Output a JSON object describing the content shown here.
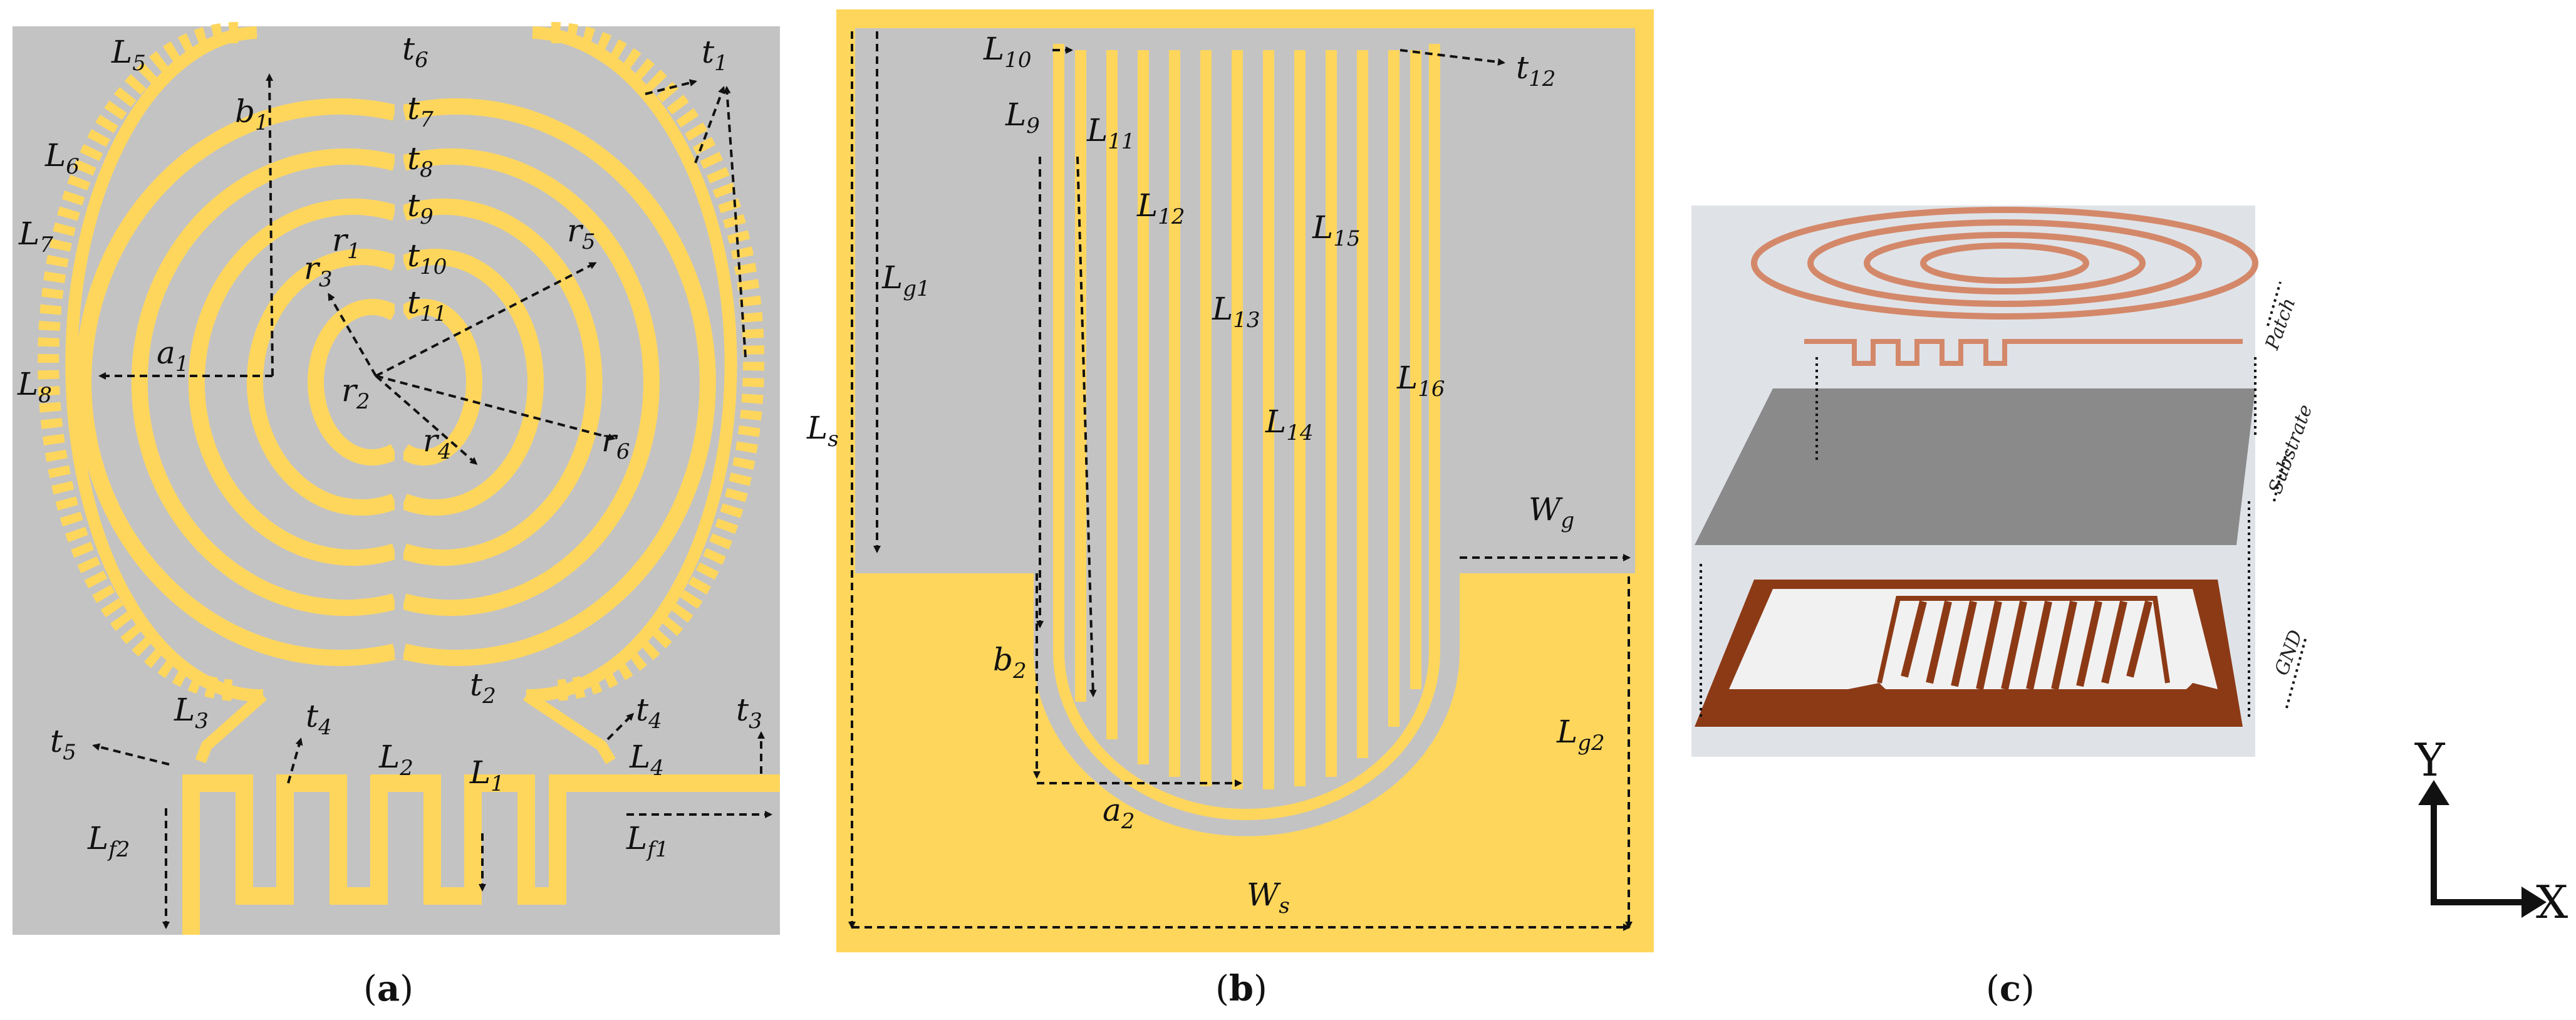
{
  "captions": {
    "a": "a",
    "b": "b",
    "c": "c"
  },
  "panel_a_labels": [
    {
      "id": "L5",
      "base": "L",
      "sub": "5"
    },
    {
      "id": "t6",
      "base": "t",
      "sub": "6"
    },
    {
      "id": "t1",
      "base": "t",
      "sub": "1"
    },
    {
      "id": "b1",
      "base": "b",
      "sub": "1"
    },
    {
      "id": "t7",
      "base": "t",
      "sub": "7"
    },
    {
      "id": "L6",
      "base": "L",
      "sub": "6"
    },
    {
      "id": "t8",
      "base": "t",
      "sub": "8"
    },
    {
      "id": "t9",
      "base": "t",
      "sub": "9"
    },
    {
      "id": "r1",
      "base": "r",
      "sub": "1"
    },
    {
      "id": "r5",
      "base": "r",
      "sub": "5"
    },
    {
      "id": "L7",
      "base": "L",
      "sub": "7"
    },
    {
      "id": "t10",
      "base": "t",
      "sub": "10"
    },
    {
      "id": "r3",
      "base": "r",
      "sub": "3"
    },
    {
      "id": "t11",
      "base": "t",
      "sub": "11"
    },
    {
      "id": "a1",
      "base": "a",
      "sub": "1"
    },
    {
      "id": "L8",
      "base": "L",
      "sub": "8"
    },
    {
      "id": "r2",
      "base": "r",
      "sub": "2"
    },
    {
      "id": "r4",
      "base": "r",
      "sub": "4"
    },
    {
      "id": "r6",
      "base": "r",
      "sub": "6"
    },
    {
      "id": "L3",
      "base": "L",
      "sub": "3"
    },
    {
      "id": "t2",
      "base": "t",
      "sub": "2"
    },
    {
      "id": "t4a",
      "base": "t",
      "sub": "4"
    },
    {
      "id": "t4b",
      "base": "t",
      "sub": "4"
    },
    {
      "id": "t3",
      "base": "t",
      "sub": "3"
    },
    {
      "id": "t5",
      "base": "t",
      "sub": "5"
    },
    {
      "id": "L4",
      "base": "L",
      "sub": "4"
    },
    {
      "id": "L2",
      "base": "L",
      "sub": "2"
    },
    {
      "id": "L1",
      "base": "L",
      "sub": "1"
    },
    {
      "id": "Lf2",
      "base": "L",
      "sub": "f2"
    },
    {
      "id": "Lf1",
      "base": "L",
      "sub": "f1"
    }
  ],
  "panel_b_labels": [
    {
      "id": "L10",
      "base": "L",
      "sub": "10"
    },
    {
      "id": "t12",
      "base": "t",
      "sub": "12"
    },
    {
      "id": "L9",
      "base": "L",
      "sub": "9"
    },
    {
      "id": "L11",
      "base": "L",
      "sub": "11"
    },
    {
      "id": "L12",
      "base": "L",
      "sub": "12"
    },
    {
      "id": "L15",
      "base": "L",
      "sub": "15"
    },
    {
      "id": "Lg1",
      "base": "L",
      "sub": "g1"
    },
    {
      "id": "L13",
      "base": "L",
      "sub": "13"
    },
    {
      "id": "L16",
      "base": "L",
      "sub": "16"
    },
    {
      "id": "Ls",
      "base": "L",
      "sub": "s"
    },
    {
      "id": "L14",
      "base": "L",
      "sub": "14"
    },
    {
      "id": "Wg",
      "base": "W",
      "sub": "g"
    },
    {
      "id": "b2",
      "base": "b",
      "sub": "2"
    },
    {
      "id": "Lg2",
      "base": "L",
      "sub": "g2"
    },
    {
      "id": "a2",
      "base": "a",
      "sub": "2"
    },
    {
      "id": "Ws",
      "base": "W",
      "sub": "s"
    }
  ],
  "panel_c_layers": {
    "patch": "Patch",
    "substrate": "Substrate",
    "gnd": "GND"
  },
  "axes": {
    "x": "X",
    "y": "Y"
  },
  "colors": {
    "background": "#c3c3c3",
    "metal": "#ffd65c",
    "copper": "#8c3a16",
    "substrate": "#8a8a8a"
  }
}
